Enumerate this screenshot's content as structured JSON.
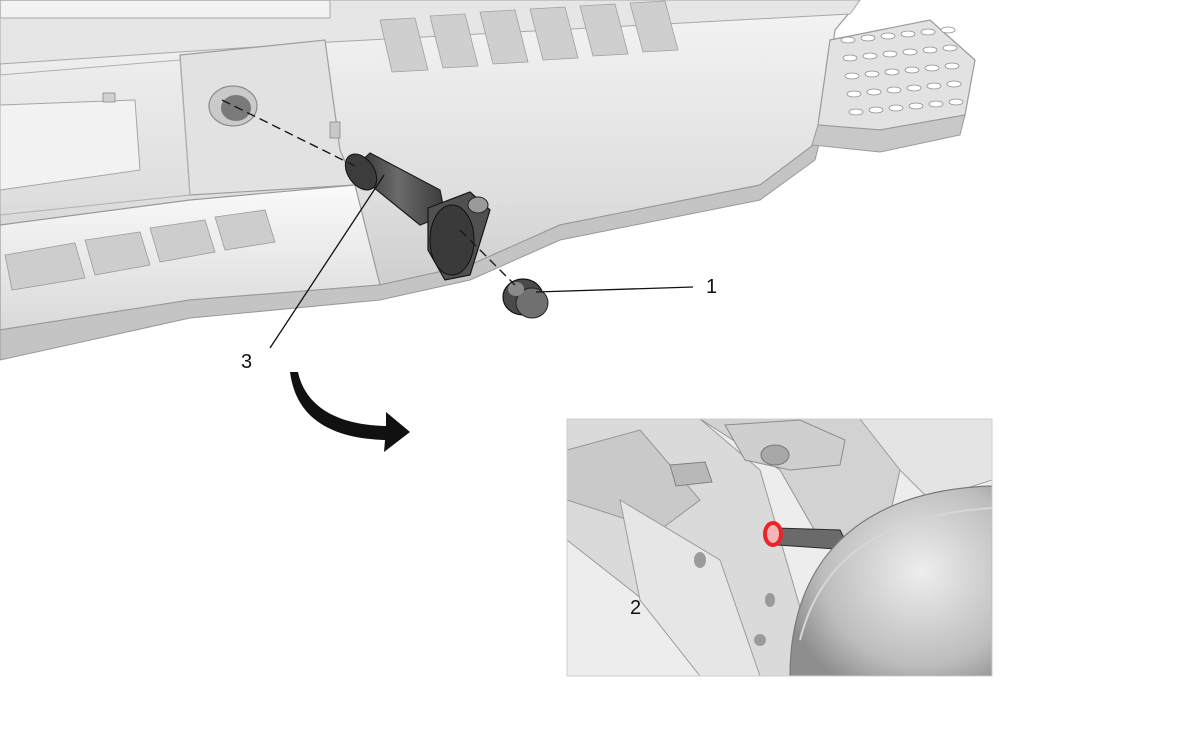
{
  "callouts": [
    {
      "id": "1",
      "label": "1"
    },
    {
      "id": "2",
      "label": "2"
    },
    {
      "id": "3",
      "label": "3"
    }
  ],
  "colors": {
    "background": "#ffffff",
    "bumper_light": "#eeeeee",
    "bumper_mid": "#d4d4d4",
    "bumper_shadow": "#b8b8b8",
    "part_dark": "#4a4a4a",
    "line": "#1a1a1a",
    "highlight_ring": "#e8262a"
  },
  "icons": [
    "flow-arrow-icon"
  ]
}
